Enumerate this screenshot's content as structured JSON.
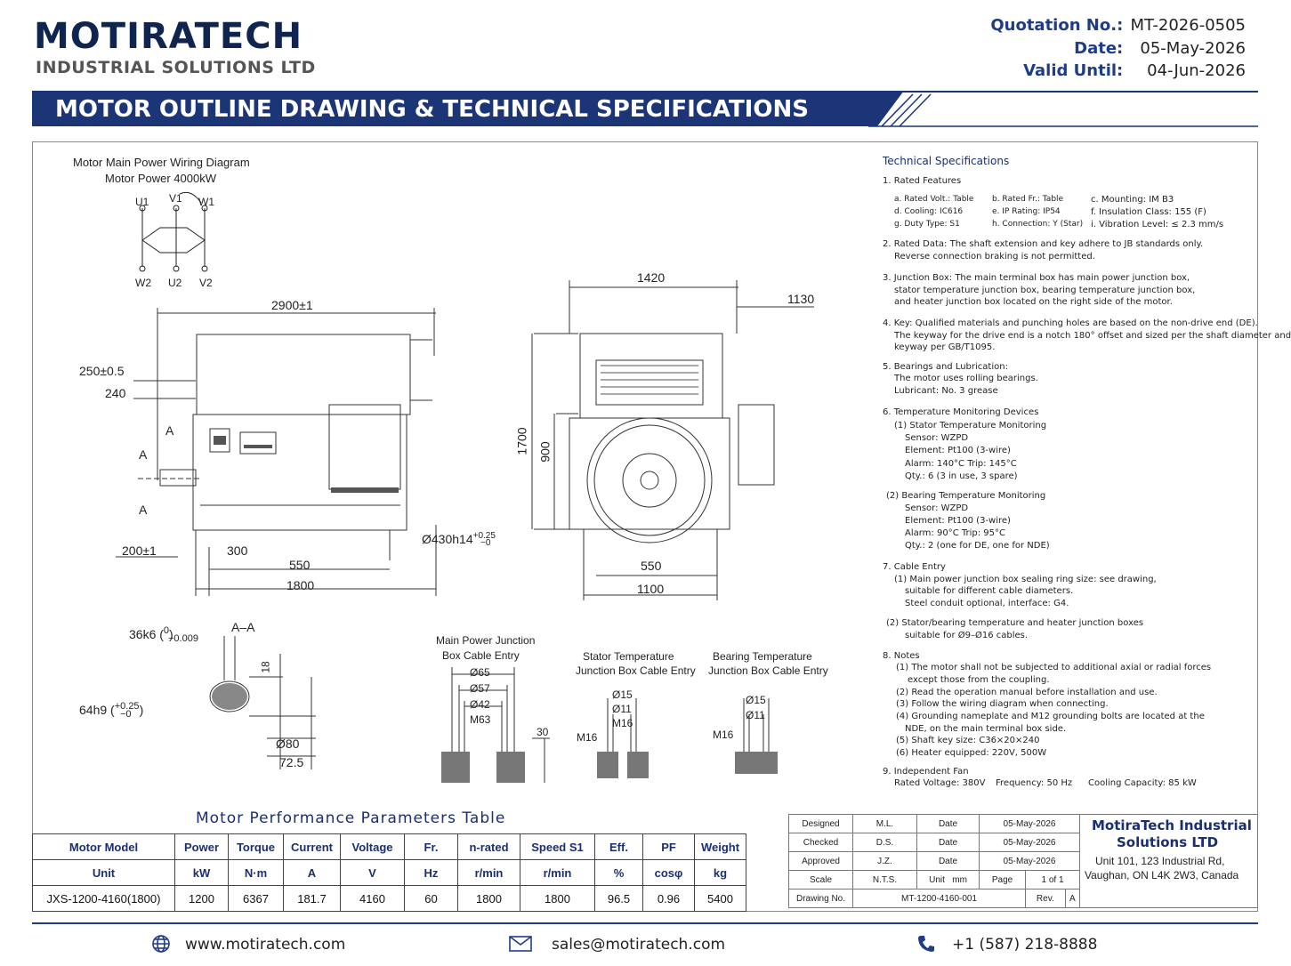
{
  "header": {
    "brand": "MOTIRATECH",
    "subbrand": "INDUSTRIAL SOLUTIONS LTD",
    "quotation_label": "Quotation No.:",
    "quotation_value": "MT-2026-0505",
    "date_label": "Date:",
    "date_value": "05-May-2026",
    "valid_label": "Valid Until:",
    "valid_value": "04-Jun-2026",
    "banner_title": "MOTOR OUTLINE DRAWING & TECHNICAL SPECIFICATIONS"
  },
  "wiring": {
    "title": "Motor Main Power Wiring Diagram",
    "power": "Motor Power 4000kW",
    "terms": [
      "U1",
      "V1",
      "W1",
      "W2",
      "U2",
      "V2"
    ]
  },
  "dims": {
    "len_total": "2900±1",
    "d250": "250±0.5",
    "d240": "240",
    "a1": "A",
    "a2": "A",
    "a3": "A",
    "d200": "200±1",
    "d300": "300",
    "d550a": "550",
    "d1800": "1800",
    "shaft": "Ø430h14",
    "shaft_tol_up": "+0.25",
    "shaft_tol_dn": "−0",
    "d1420": "1420",
    "d1130": "1130",
    "d1700": "1700",
    "d900": "900",
    "d550b": "550",
    "d1100": "1100",
    "key_36": "36k6",
    "key_tol_up": "0",
    "key_tol_dn": "−0.009",
    "aa": "A–A",
    "d18": "18",
    "d64": "64h9",
    "d64_up": "+0.25",
    "d64_dn": "−0",
    "d80": "Ø80",
    "d72": "72.5"
  },
  "cable": {
    "main_title1": "Main Power Junction",
    "main_title2": "Box Cable Entry",
    "main_dims": [
      "Ø65",
      "Ø57",
      "Ø42",
      "M63"
    ],
    "main_30": "30",
    "stator_title1": "Stator Temperature",
    "stator_title2": "Junction Box Cable Entry",
    "stator_dims": [
      "Ø15",
      "Ø11",
      "M16",
      "M16"
    ],
    "bearing_title1": "Bearing Temperature",
    "bearing_title2": "Junction Box Cable Entry",
    "bearing_dims": [
      "Ø15",
      "Ø11",
      "M16"
    ]
  },
  "specs": {
    "title": "Technical Specifications",
    "s1": "1. Rated Features",
    "f": [
      "a. Rated Volt.: Table",
      "b. Rated Fr.: Table",
      "c. Mounting: IM B3",
      "d. Cooling: IC616",
      "e. IP Rating: IP54",
      "f. Insulation Class: 155 (F)",
      "g. Duty Type: S1",
      "h. Connection: Y (Star)",
      "i. Vibration Level: ≤ 2.3 mm/s"
    ],
    "s2": [
      "2. Rated Data: The shaft extension and key adhere to JB standards only.",
      "Reverse connection braking is not permitted."
    ],
    "s3": [
      "3. Junction Box: The main terminal box has main power junction box,",
      "stator temperature junction box, bearing temperature junction box,",
      "and heater junction box located on the right side of the motor."
    ],
    "s4": [
      "4. Key: Qualified materials and punching holes are based on the non-drive end (DE).",
      "The keyway for the drive end is a notch 180° offset and sized per the shaft diameter and",
      "keyway per GB/T1095."
    ],
    "s5": [
      "5. Bearings and Lubrication:",
      "The motor uses rolling bearings.",
      "Lubricant: No. 3 grease"
    ],
    "s6": [
      "6. Temperature Monitoring Devices",
      "(1) Stator Temperature Monitoring",
      "Sensor: WZPD",
      "Element: Pt100 (3-wire)",
      "Alarm: 140°C      Trip: 145°C",
      "Qty.: 6 (3 in use, 3 spare)"
    ],
    "s6b": [
      "(2) Bearing Temperature Monitoring",
      "Sensor: WZPD",
      "Element: Pt100 (3-wire)",
      "Alarm: 90°C       Trip: 95°C",
      "Qty.: 2 (one for DE, one for NDE)"
    ],
    "s7": [
      "7. Cable Entry",
      "(1) Main power junction box sealing ring size: see drawing,",
      "suitable for different cable diameters.",
      "Steel conduit optional, interface: G4."
    ],
    "s7b": [
      "(2)  Stator/bearing temperature and heater junction boxes",
      "suitable for Ø9–Ø16 cables."
    ],
    "s8": [
      "8. Notes",
      "(1) The motor shall not be subjected to additional axial or radial forces",
      "except those from the coupling.",
      "(2) Read the operation manual before installation and use.",
      "(3) Follow the wiring diagram when connecting.",
      "(4) Grounding nameplate and M12 grounding bolts are located at the",
      "NDE, on the main terminal box side.",
      "(5) Shaft key size: C36×20×240",
      "(6) Heater equipped: 220V, 500W"
    ],
    "s9": [
      "9. Independent Fan",
      "Rated Voltage: 380V",
      "Frequency: 50 Hz",
      "Cooling Capacity: 85 kW"
    ]
  },
  "perf": {
    "title": "Motor Performance Parameters Table",
    "headers": [
      "Motor Model",
      "Power",
      "Torque",
      "Current",
      "Voltage",
      "Fr.",
      "n-rated",
      "Speed S1",
      "Eff.",
      "PF",
      "Weight"
    ],
    "units": [
      "Unit",
      "kW",
      "N·m",
      "A",
      "V",
      "Hz",
      "r/min",
      "r/min",
      "%",
      "cosφ",
      "kg"
    ],
    "row": [
      "JXS-1200-4160(1800)",
      "1200",
      "6367",
      "181.7",
      "4160",
      "60",
      "1800",
      "1800",
      "96.5",
      "0.96",
      "5400"
    ]
  },
  "titleblock": {
    "r1": [
      "Designed",
      "M.L.",
      "Date",
      "05-May-2026"
    ],
    "r2": [
      "Checked",
      "D.S.",
      "Date",
      "05-May-2026"
    ],
    "r3": [
      "Approved",
      "J.Z.",
      "Date",
      "05-May-2026"
    ],
    "r4": [
      "Scale",
      "N.T.S.",
      "Unit",
      "mm",
      "Page",
      "1 of 1"
    ],
    "r5": [
      "Drawing No.",
      "MT-1200-4160-001",
      "Rev.",
      "A"
    ],
    "company1": "MotiraTech Industrial",
    "company2": "Solutions LTD",
    "addr1": "Unit 101, 123 Industrial Rd,",
    "addr2": "Vaughan, ON L4K 2W3, Canada"
  },
  "footer": {
    "web": "www.motiratech.com",
    "email": "sales@motiratech.com",
    "phone": "+1 (587) 218-8888"
  }
}
